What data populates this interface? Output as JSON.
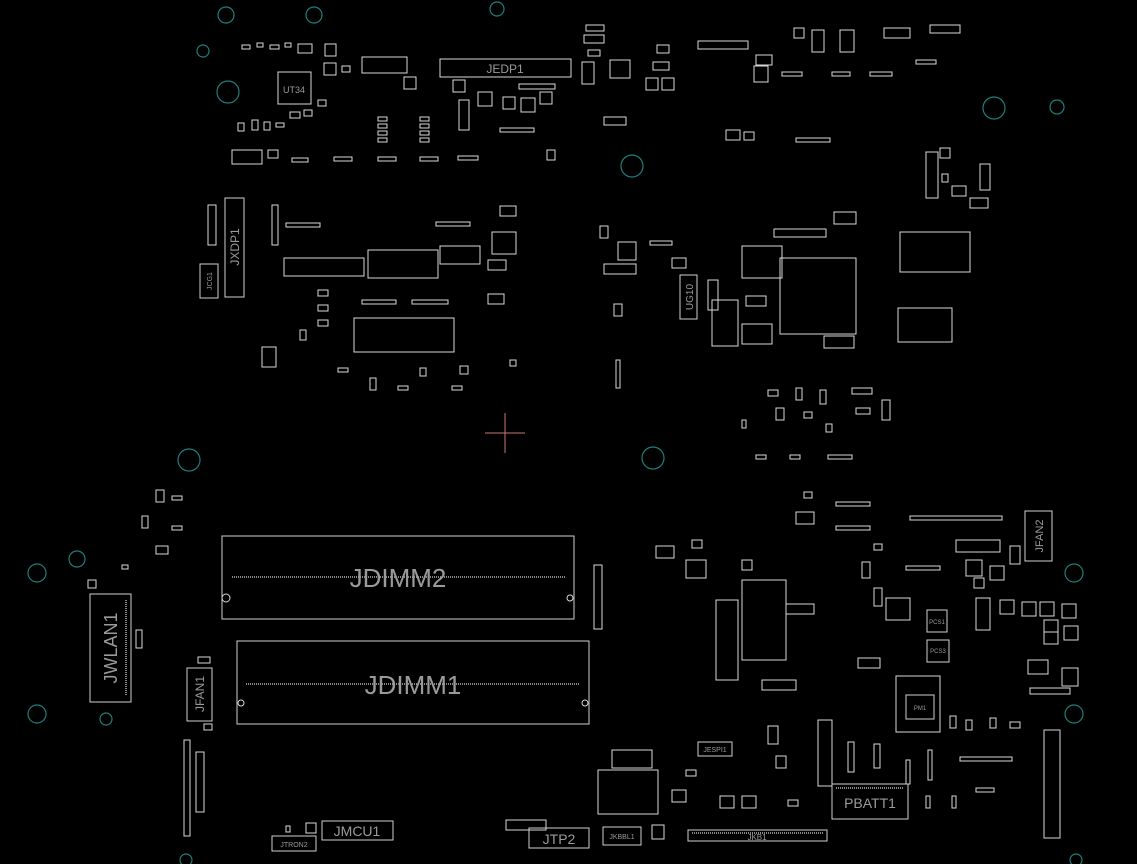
{
  "board": {
    "background": "#000000",
    "silk_color": "#d8d8d8",
    "hole_color": "#1f7f7a",
    "cursor_color": "#c87878"
  },
  "labels": {
    "jedp1": "JEDP1",
    "ut34": "UT34",
    "jxdp1": "JXDP1",
    "jcg1": "JCG1",
    "ug10": "UG10",
    "jdimm2": "JDIMM2",
    "jdimm1": "JDIMM1",
    "jwlan1": "JWLAN1",
    "jfan1": "JFAN1",
    "jfan2": "JFAN2",
    "pbatt1": "PBATT1",
    "jmcu1": "JMCU1",
    "jtp2": "JTP2",
    "jkbbl1": "JKBBL1",
    "jkb1": "JKB1",
    "jtron2": "JTRON2",
    "jespi1": "JESPI1",
    "pcs1": "PCS1",
    "pcs3": "PCS3",
    "pm1": "PM1"
  }
}
